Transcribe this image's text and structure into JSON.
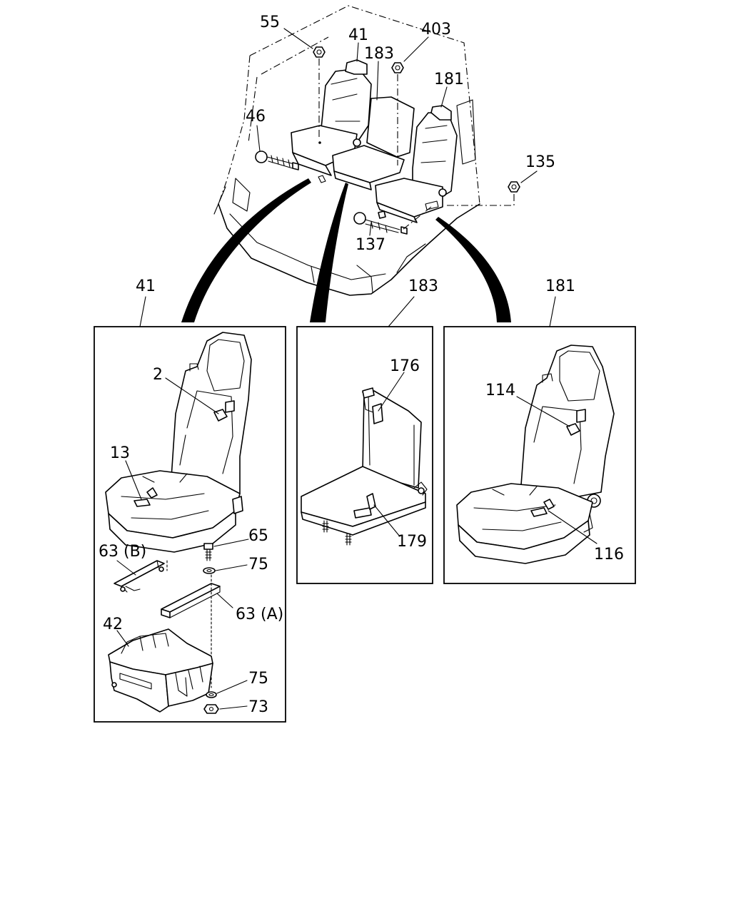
{
  "labels": {
    "top_55": "55",
    "top_41": "41",
    "top_183": "183",
    "top_403": "403",
    "top_181": "181",
    "top_46": "46",
    "top_135": "135",
    "top_137": "137",
    "box_left_title": "41",
    "box_mid_title": "183",
    "box_right_title": "181",
    "l_2": "2",
    "l_13": "13",
    "l_65": "65",
    "l_63b": "63 (B)",
    "l_75a": "75",
    "l_63a": "63 (A)",
    "l_42": "42",
    "l_75b": "75",
    "l_73": "73",
    "m_176": "176",
    "m_179": "179",
    "r_114": "114",
    "r_116": "116"
  }
}
